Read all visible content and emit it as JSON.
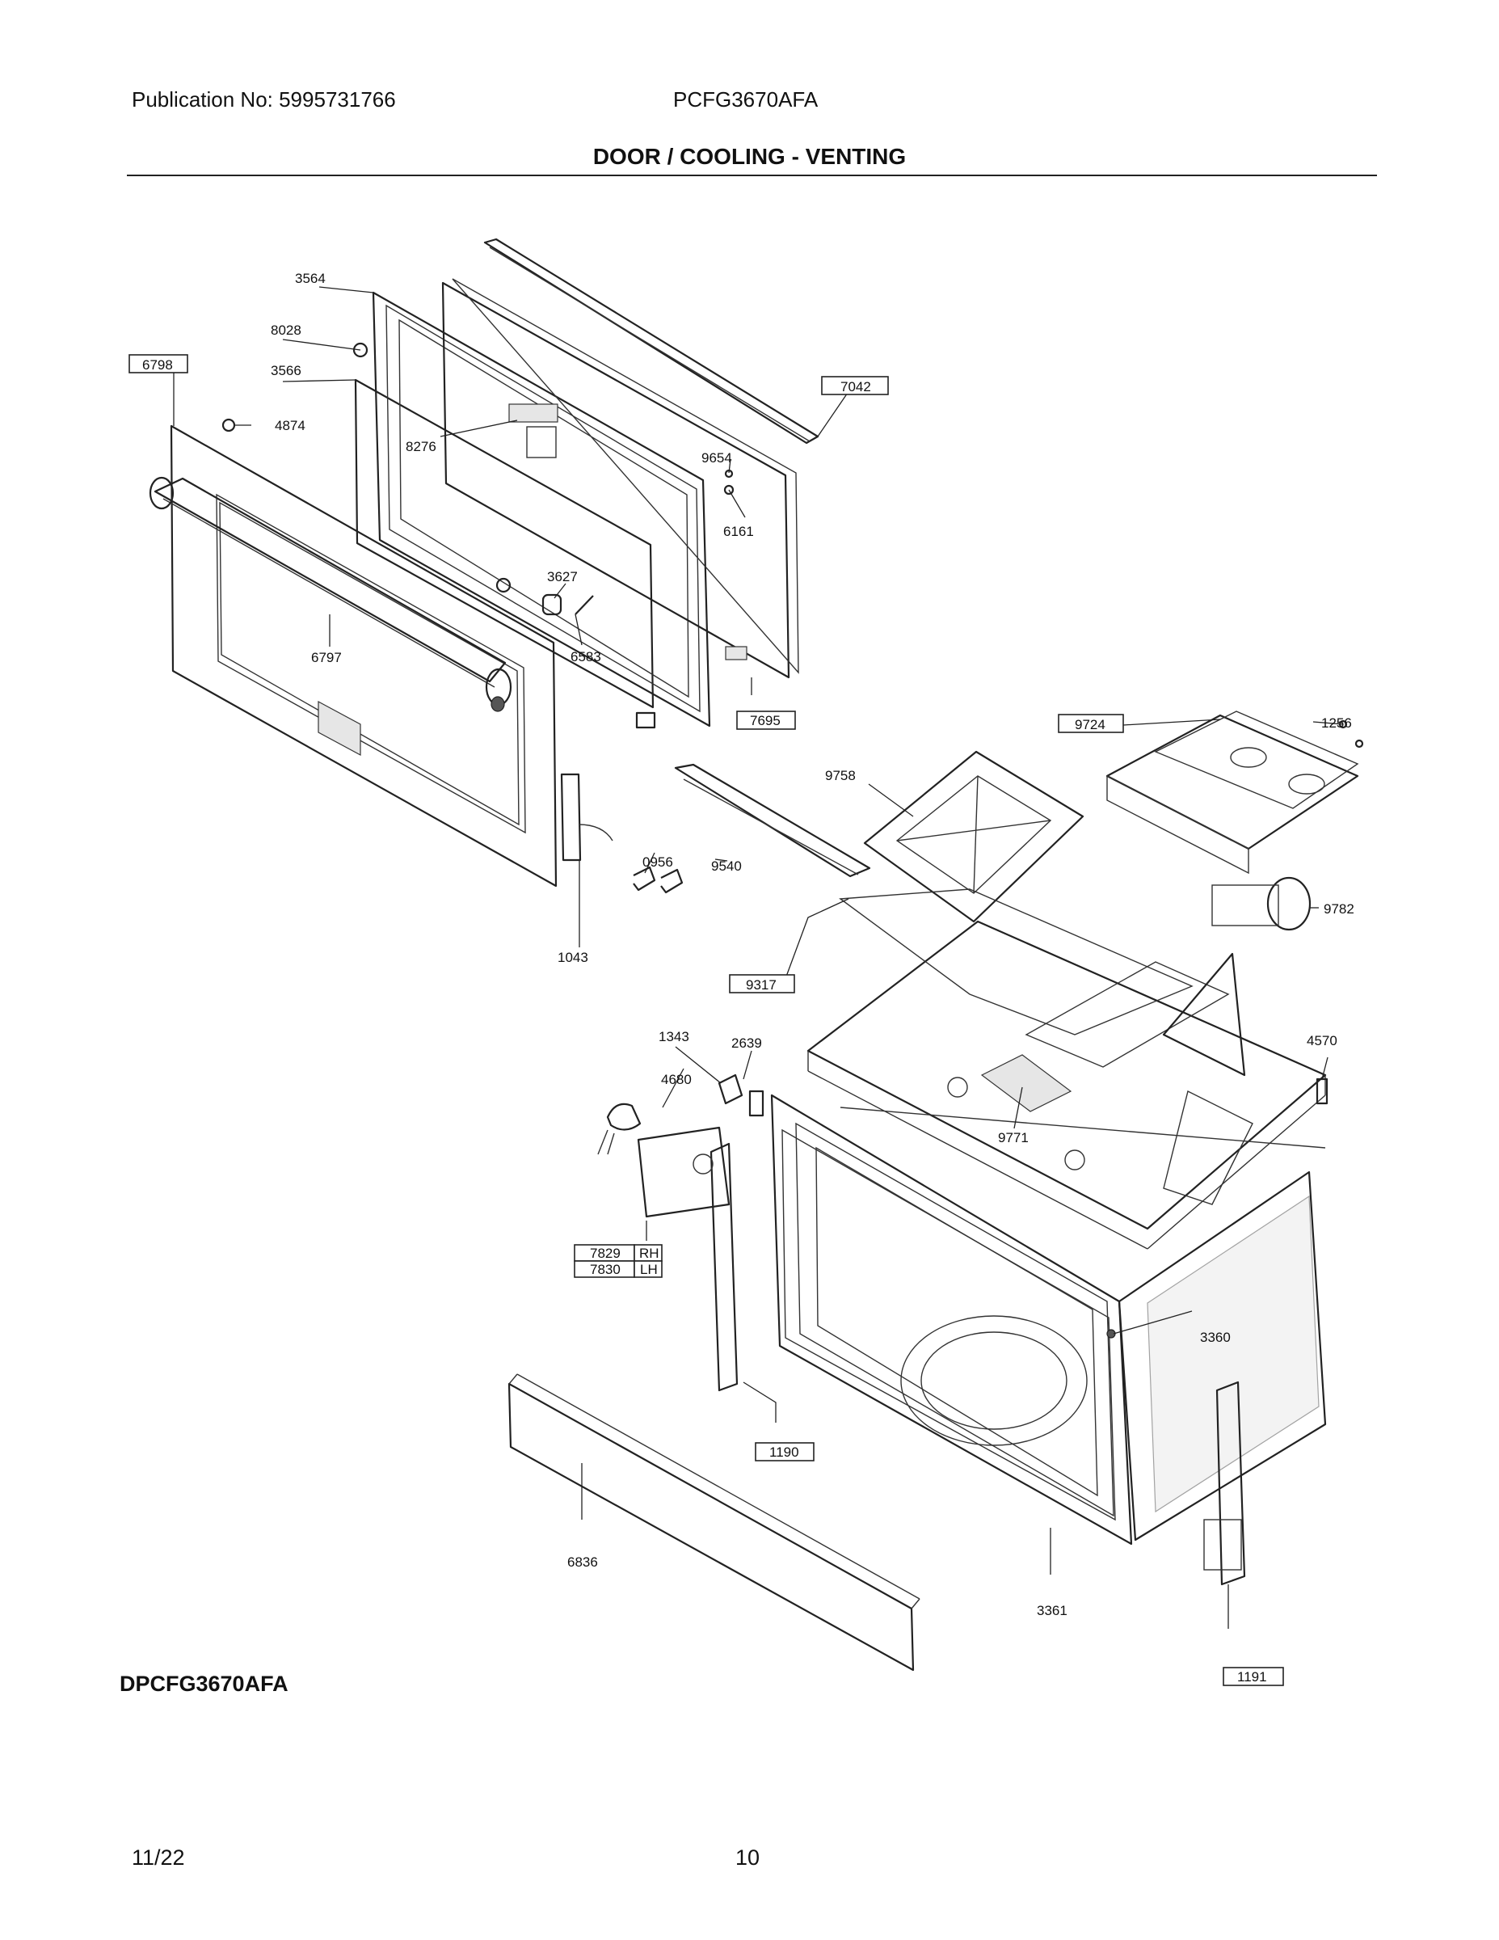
{
  "header": {
    "publication": "Publication No: 5995731766",
    "model": "PCFG3670AFA",
    "title": "DOOR / COOLING - VENTING"
  },
  "parts": {
    "p3564": "3564",
    "p8028": "8028",
    "p6798": "6798",
    "p3566": "3566",
    "p4874": "4874",
    "p8276": "8276",
    "p7042": "7042",
    "p9654": "9654",
    "p6161": "6161",
    "p3627": "3627",
    "p6797": "6797",
    "p6583": "6583",
    "p7695": "7695",
    "p9724": "9724",
    "p1256": "1256",
    "p9758": "9758",
    "p0956": "0956",
    "p9540": "9540",
    "p9782": "9782",
    "p1043": "1043",
    "p9317": "9317",
    "p1343": "1343",
    "p2639": "2639",
    "p4570": "4570",
    "p4680": "4680",
    "p9771": "9771",
    "p7829": "7829",
    "rh": "RH",
    "p7830": "7830",
    "lh": "LH",
    "p3360": "3360",
    "p1190": "1190",
    "p6836": "6836",
    "p3361": "3361",
    "p1191": "1191"
  },
  "footer": {
    "model": "DPCFG3670AFA",
    "date": "11/22",
    "page": "10"
  }
}
